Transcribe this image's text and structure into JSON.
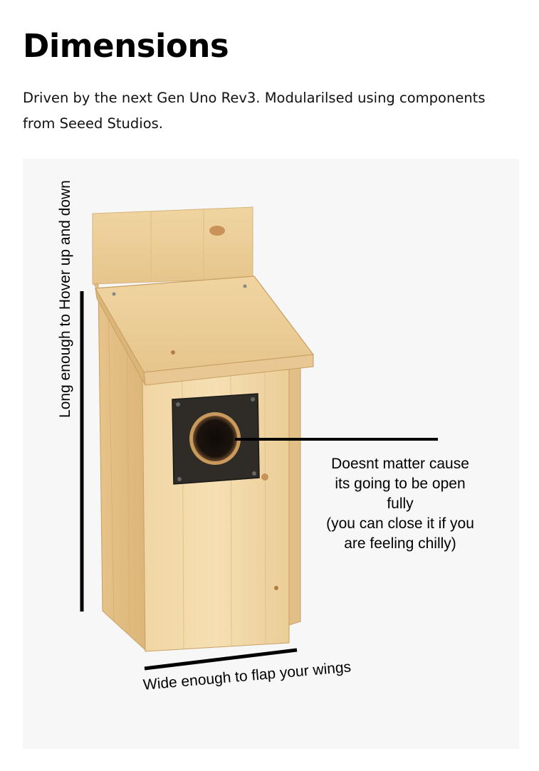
{
  "header": {
    "title": "Dimensions",
    "description": "Driven by the next Gen Uno Rev3. Modularilsed using components from Seeed Studios."
  },
  "figure": {
    "annotations": {
      "height": "Long enough to Hover  up and down",
      "width": "Wide enough to flap your wings",
      "entrance_lines": [
        "Doesnt matter cause",
        "its going to be open",
        "fully",
        "(you can close it if you",
        "are feeling chilly)"
      ]
    },
    "colors": {
      "background": "#f7f7f7",
      "wood_light": "#f3dcae",
      "wood_mid": "#e9c98f",
      "wood_dark": "#c99e62",
      "plate": "#2f2c28",
      "line": "#000000"
    }
  }
}
